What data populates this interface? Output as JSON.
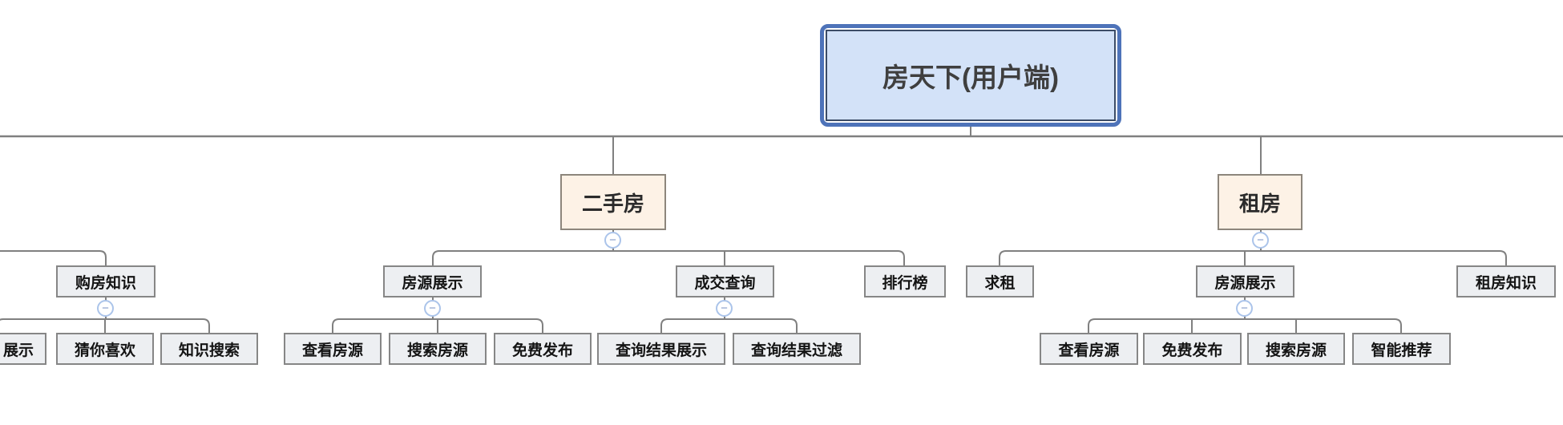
{
  "mindmap": {
    "root": {
      "label": "房天下(用户端)"
    },
    "collapse_glyph": "−",
    "left_partial_branch": {
      "children": [
        {
          "label": "购房知识",
          "children": [
            {
              "label": "展示"
            },
            {
              "label": "猜你喜欢"
            },
            {
              "label": "知识搜索"
            }
          ]
        }
      ]
    },
    "branches": [
      {
        "label": "二手房",
        "children": [
          {
            "label": "房源展示",
            "children": [
              {
                "label": "查看房源"
              },
              {
                "label": "搜索房源"
              },
              {
                "label": "免费发布"
              }
            ]
          },
          {
            "label": "成交查询",
            "children": [
              {
                "label": "查询结果展示"
              },
              {
                "label": "查询结果过滤"
              }
            ]
          },
          {
            "label": "排行榜",
            "children": []
          }
        ]
      },
      {
        "label": "租房",
        "children": [
          {
            "label": "求租",
            "children": []
          },
          {
            "label": "房源展示",
            "children": [
              {
                "label": "查看房源"
              },
              {
                "label": "免费发布"
              },
              {
                "label": "搜索房源"
              },
              {
                "label": "智能推荐"
              }
            ]
          },
          {
            "label": "租房知识",
            "children": []
          }
        ]
      }
    ]
  },
  "colors": {
    "root_fill": "#d3e2f8",
    "root_border": "#4e73b9",
    "branch_fill": "#fdf2e6",
    "branch_border": "#8d867c",
    "node_fill": "#edeff2",
    "node_border": "#868686",
    "connector": "#808080",
    "collapse_ring": "#abc4ea"
  }
}
